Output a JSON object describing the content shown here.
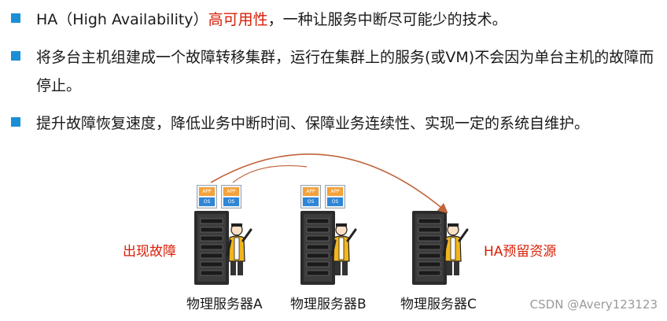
{
  "bullets": [
    {
      "pre": "HA（High Availability）",
      "highlight": "高可用性",
      "post": "，一种让服务中断尽可能少的技术。"
    },
    {
      "text": "将多台主机组建成一个故障转移集群，运行在集群上的服务(或VM)不会因为单台主机的故障而停止。"
    },
    {
      "text": "提升故障恢复速度，降低业务中断时间、保障业务连续性、实现一定的系统自维护。"
    }
  ],
  "diagram": {
    "fault_label": "出现故障",
    "reserve_label": "HA预留资源",
    "servers": [
      "物理服务器A",
      "物理服务器B",
      "物理服务器C"
    ],
    "vm_app_label": "APP",
    "vm_os_label": "OS"
  },
  "watermark": "CSDN @Avery123123",
  "colors": {
    "accent": "#1a8fd6",
    "highlight": "#d81e06",
    "arrow": "#c0643b",
    "app": "#f3a23a",
    "os": "#2f86d6"
  }
}
